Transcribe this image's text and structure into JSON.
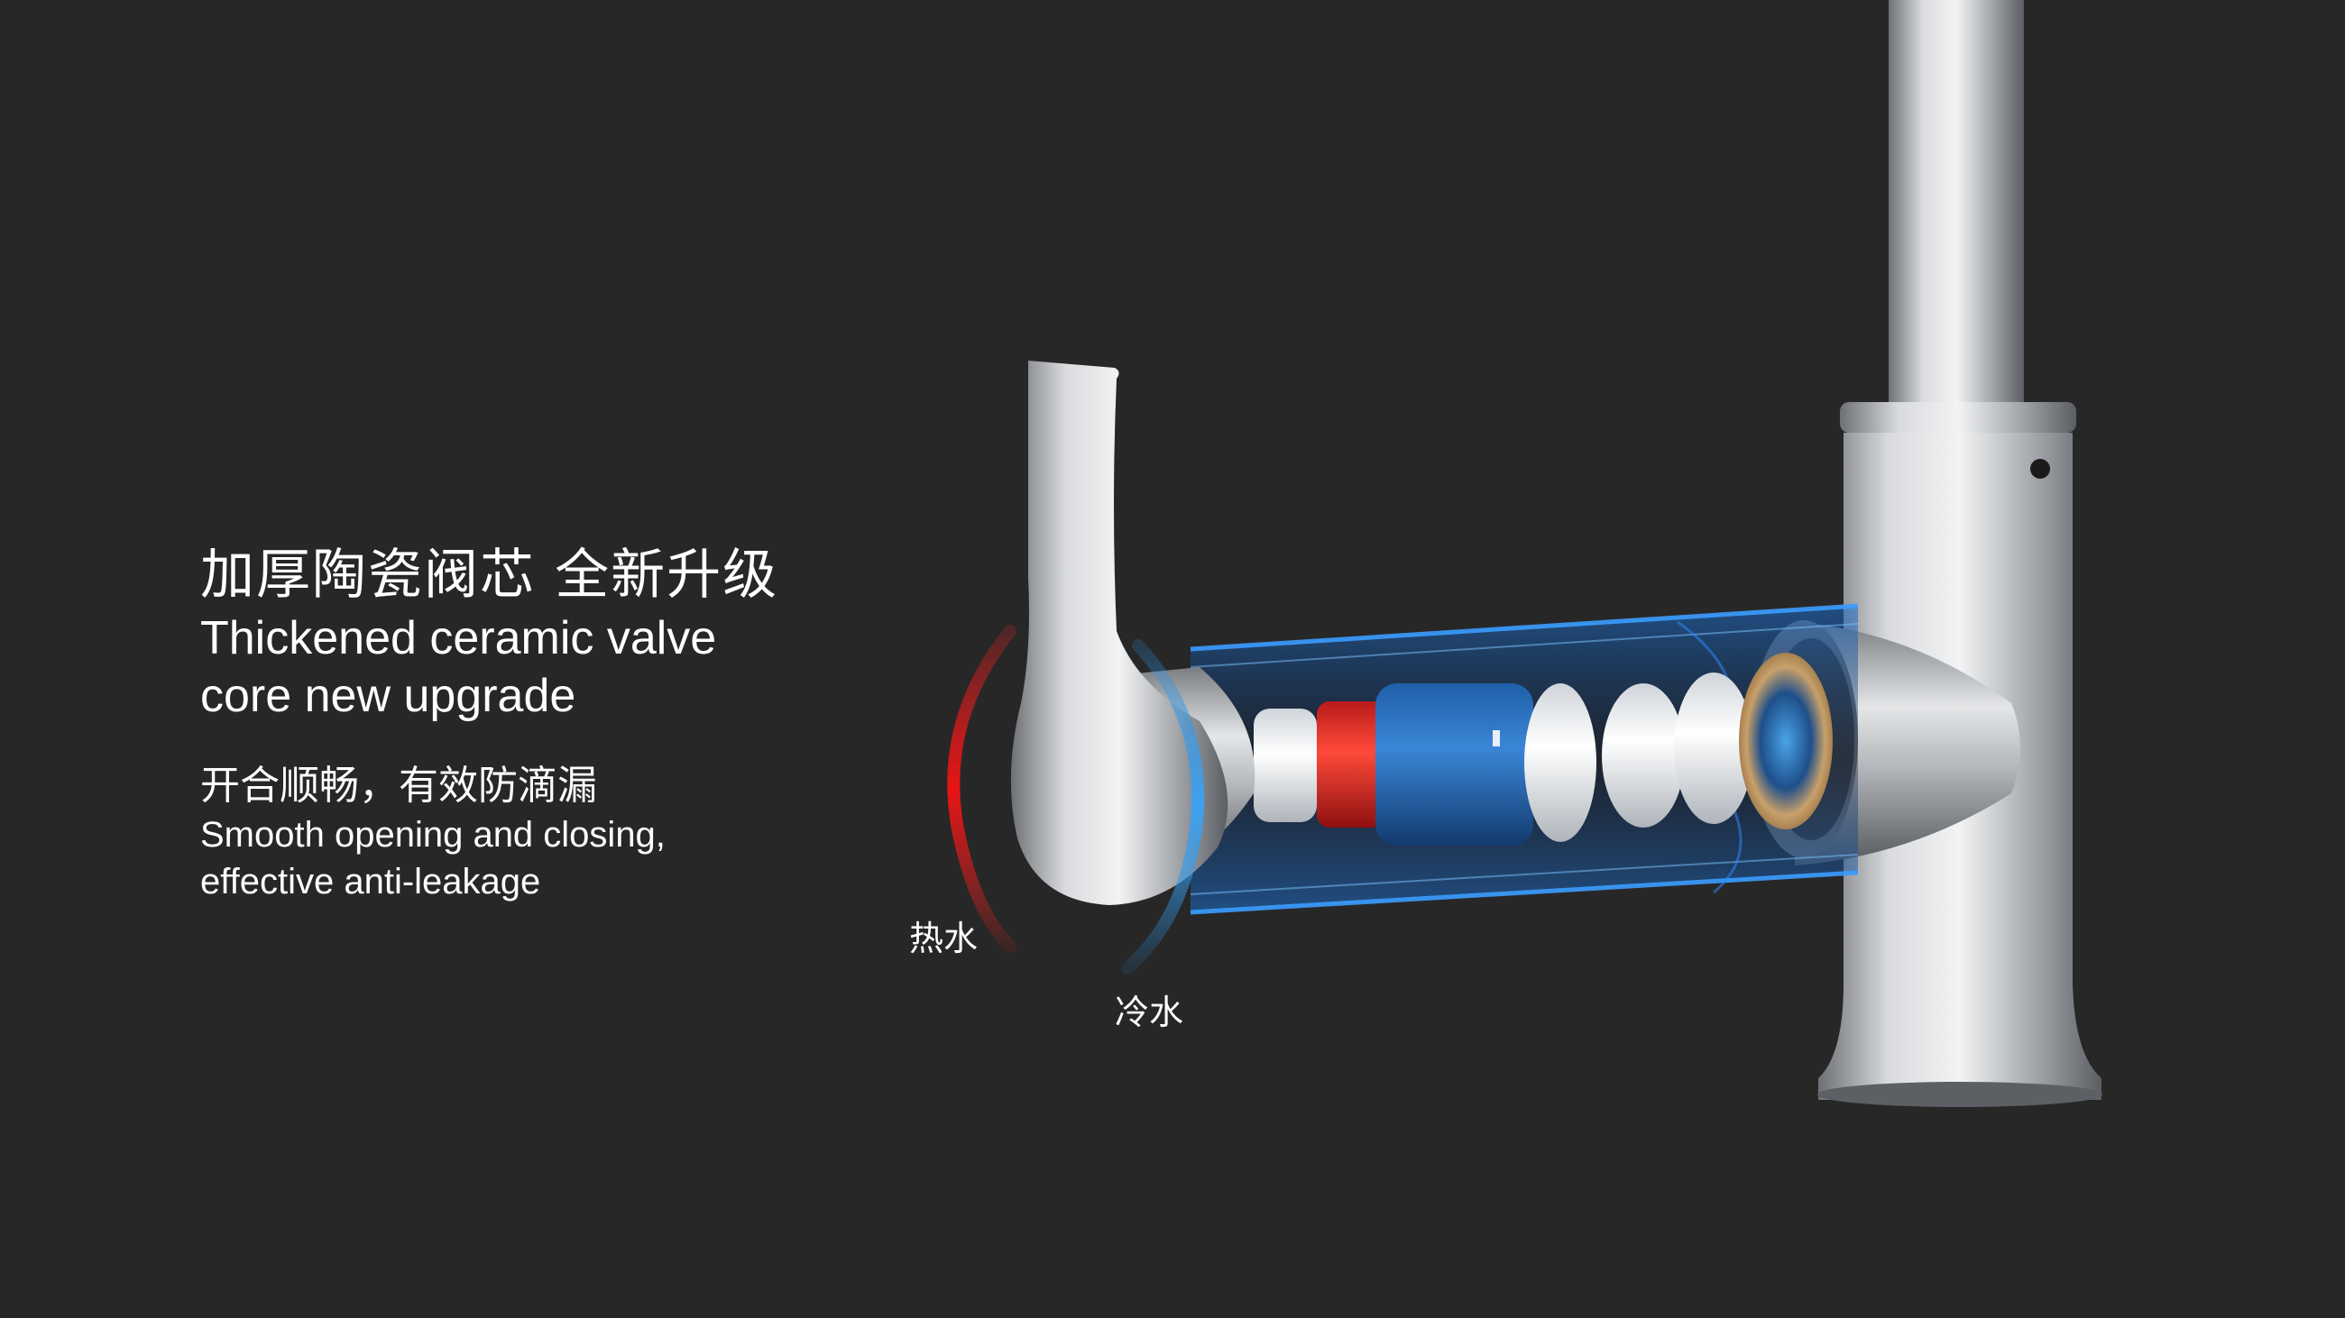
{
  "headline": {
    "cn": "加厚陶瓷阀芯  全新升级",
    "en_line1": "Thickened ceramic valve",
    "en_line2": "core new upgrade"
  },
  "subheadline": {
    "cn": "开合顺畅，有效防滴漏",
    "en_line1": "Smooth opening and closing,",
    "en_line2": "effective anti-leakage"
  },
  "labels": {
    "hot_water": "热水",
    "cold_water": "冷水"
  },
  "colors": {
    "background": "#272727",
    "hot": "#e01818",
    "cold": "#2a8fe0",
    "chrome": "#b9bcc0"
  }
}
